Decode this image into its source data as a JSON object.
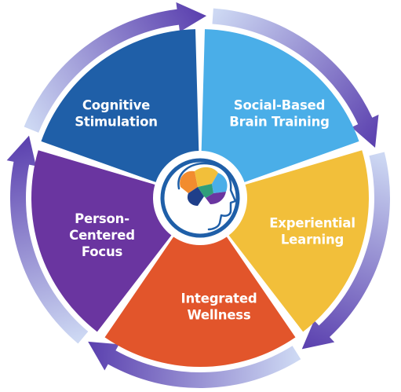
{
  "segments": [
    {
      "id": "cognitive",
      "lines": [
        "Cognitive",
        "Stimulation"
      ],
      "color": "#1f5fa8"
    },
    {
      "id": "social",
      "lines": [
        "Social-Based",
        "Brain Training"
      ],
      "color": "#4aaee8"
    },
    {
      "id": "experiential",
      "lines": [
        "Experiential",
        "Learning"
      ],
      "color": "#f2bf3a"
    },
    {
      "id": "wellness",
      "lines": [
        "Integrated",
        "Wellness"
      ],
      "color": "#e2552b"
    },
    {
      "id": "person",
      "lines": [
        "Person-",
        "Centered",
        "Focus"
      ],
      "color": "#6a35a0"
    }
  ],
  "colors": {
    "arrow_dark": "#5a3fae",
    "arrow_light": "#cdd8f3",
    "center_ring": "#1f5fa8",
    "center_fill": "#ffffff",
    "head_outline": "#1f5fa8"
  },
  "center_icon": "brain-head-icon"
}
